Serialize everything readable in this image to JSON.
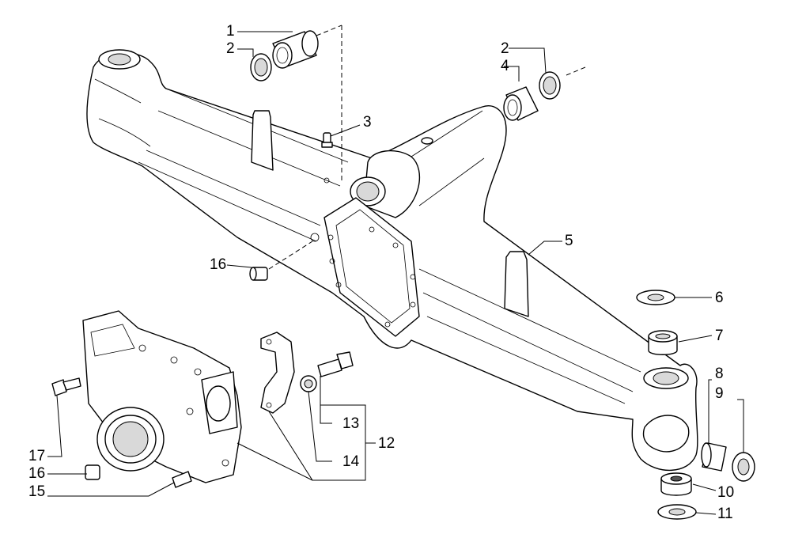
{
  "diagram": {
    "callouts": {
      "c1": "1",
      "c2a": "2",
      "c2b": "2",
      "c3": "3",
      "c4": "4",
      "c5": "5",
      "c6": "6",
      "c7": "7",
      "c8": "8",
      "c9": "9",
      "c10": "10",
      "c11": "11",
      "c12": "12",
      "c13": "13",
      "c14": "14",
      "c15": "15",
      "c16a": "16",
      "c16b": "16",
      "c17": "17"
    }
  }
}
